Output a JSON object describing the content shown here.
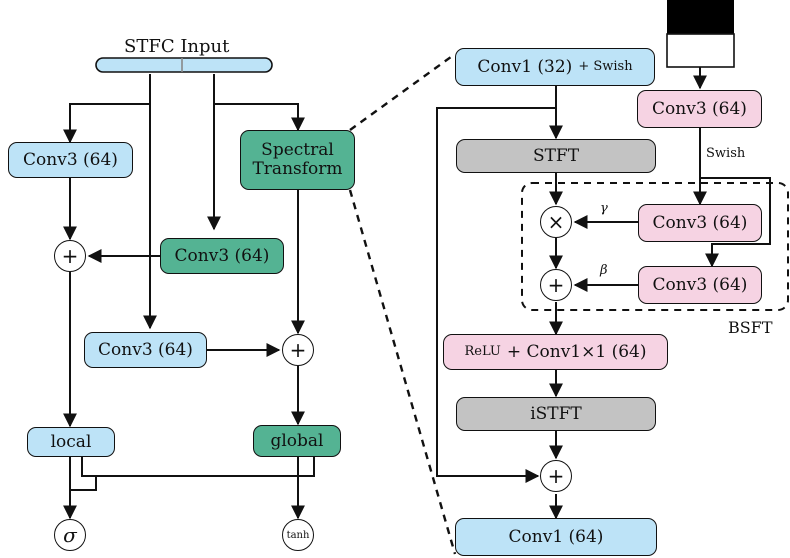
{
  "left": {
    "stfc_input": "STFC Input",
    "conv3_a": "Conv3 (64)",
    "spectral": "Spectral",
    "transform": "Transform",
    "conv3_b": "Conv3 (64)",
    "conv3_c": "Conv3 (64)",
    "local": "local",
    "global": "global",
    "sigma": "σ",
    "tanh": "tanh",
    "plus": "+"
  },
  "right": {
    "conv1_32": "Conv1 (32)",
    "swish_plus": "+ Swish",
    "stft": "STFT",
    "relu": "ReLU",
    "relu_conv": "+ Conv1×1 (64)",
    "istft": "iSTFT",
    "conv1_64": "Conv1 (64)",
    "conv3_top": "Conv3 (64)",
    "swish": "Swish",
    "conv3_gamma": "Conv3 (64)",
    "conv3_beta": "Conv3 (64)",
    "gamma": "γ",
    "beta": "β",
    "times": "×",
    "plus": "+",
    "bsft": "BSFT"
  }
}
